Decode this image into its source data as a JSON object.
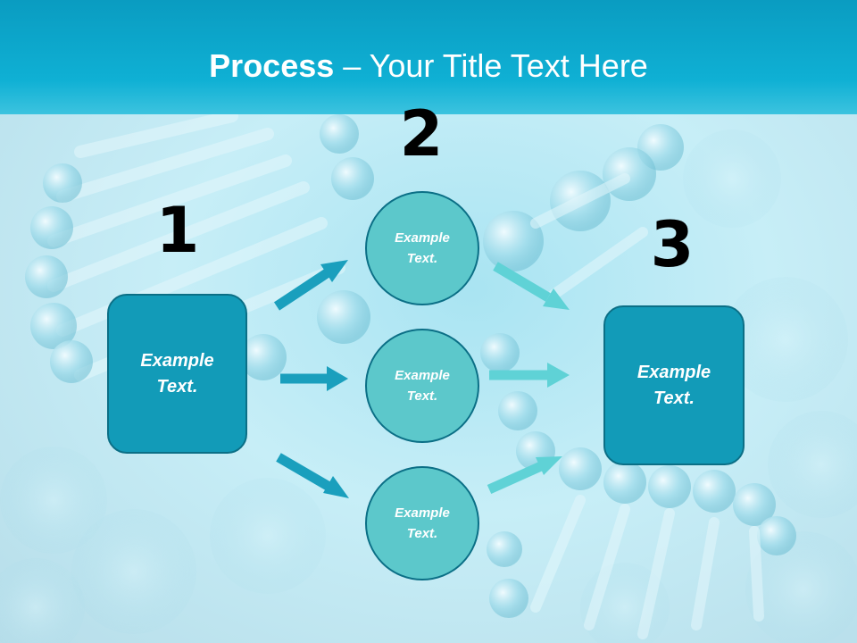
{
  "title": {
    "bold_part": "Process",
    "rest": " – Your Title Text Here"
  },
  "steps": [
    {
      "number": "1",
      "label": "Example\nText."
    },
    {
      "number": "2",
      "circles": [
        "Example\nText.",
        "Example\nText.",
        "Example\nText."
      ]
    },
    {
      "number": "3",
      "label": "Example\nText."
    }
  ],
  "colors": {
    "title_bar": "#0fb0d4",
    "box_fill": "#129bb8",
    "circle_fill": "#5cc8cb",
    "outline": "#0b6f86",
    "arrow_dark": "#1a9fbd",
    "arrow_light": "#5fd2d6"
  }
}
